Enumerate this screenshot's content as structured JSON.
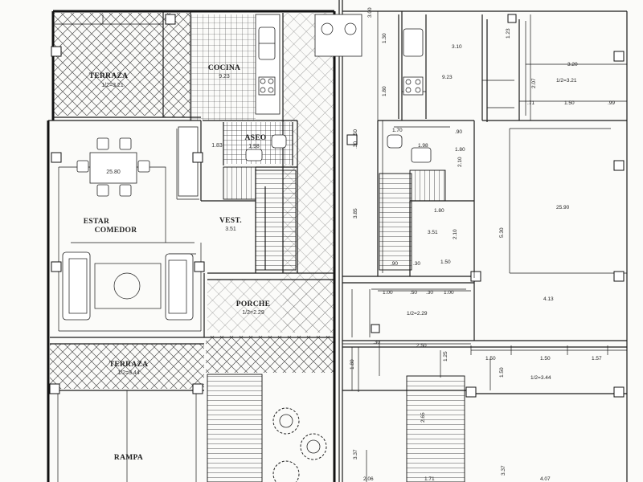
{
  "rooms": {
    "terraza_top": {
      "name": "TERRAZA",
      "area": "1/2=3.21"
    },
    "cocina": {
      "name": "COCINA",
      "area": "9.23"
    },
    "aseo": {
      "name": "ASEO",
      "area": "1.98"
    },
    "estar": {
      "name": "ESTAR",
      "name2": "COMEDOR",
      "area": "25.80"
    },
    "vest": {
      "name": "VEST.",
      "area": "3.51"
    },
    "porche": {
      "name": "PORCHE",
      "area": "1/2=2.29"
    },
    "terraza_bottom": {
      "name": "TERRAZA",
      "area": "1/2=3.44"
    },
    "rampa": {
      "name": "RAMPA"
    },
    "left_small": {
      "area": "1.83"
    }
  },
  "dims": {
    "d_300": "3.00",
    "d_130": "1.30",
    "d_123": "1.23",
    "d_310": "3.10",
    "d_923": "9.23",
    "d_180": "1.80",
    "d_320": "3.20",
    "d_321": "1/2=3.21",
    "d_207": "2.07",
    "d_71": ".71",
    "d_150a": "1.50",
    "d_99": ".99",
    "d_50a": ".50",
    "d_30a": ".30",
    "d_170": "1.70",
    "d_90a": ".90",
    "d_198": "1.98",
    "d_180b": "1.80",
    "d_210a": "2.10",
    "d_2590": "25.90",
    "d_385": "3.85",
    "d_180c": "1.80",
    "d_530": "5.30",
    "d_351": "3.51",
    "d_210b": "2.10",
    "d_90b": ".90",
    "d_30b": ".30",
    "d_150b": "1.50",
    "d_100a": "1.00",
    "d_50b": ".50",
    "d_30c": ".30",
    "d_100b": "1.00",
    "d_229": "1/2=2.29",
    "d_413": "4.13",
    "d_30d": ".30",
    "d_250": "2.50",
    "d_125": "1.25",
    "d_150c": "1.50",
    "d_150d": "1.50",
    "d_157": "1.57",
    "d_150e": "1.50",
    "d_344": "1/2=3.44",
    "d_180d": "1.80",
    "d_265": "2.65",
    "d_337a": "3.37",
    "d_337b": "3.37",
    "d_206": "2.06",
    "d_171": "1.71",
    "d_407": "4.07"
  }
}
